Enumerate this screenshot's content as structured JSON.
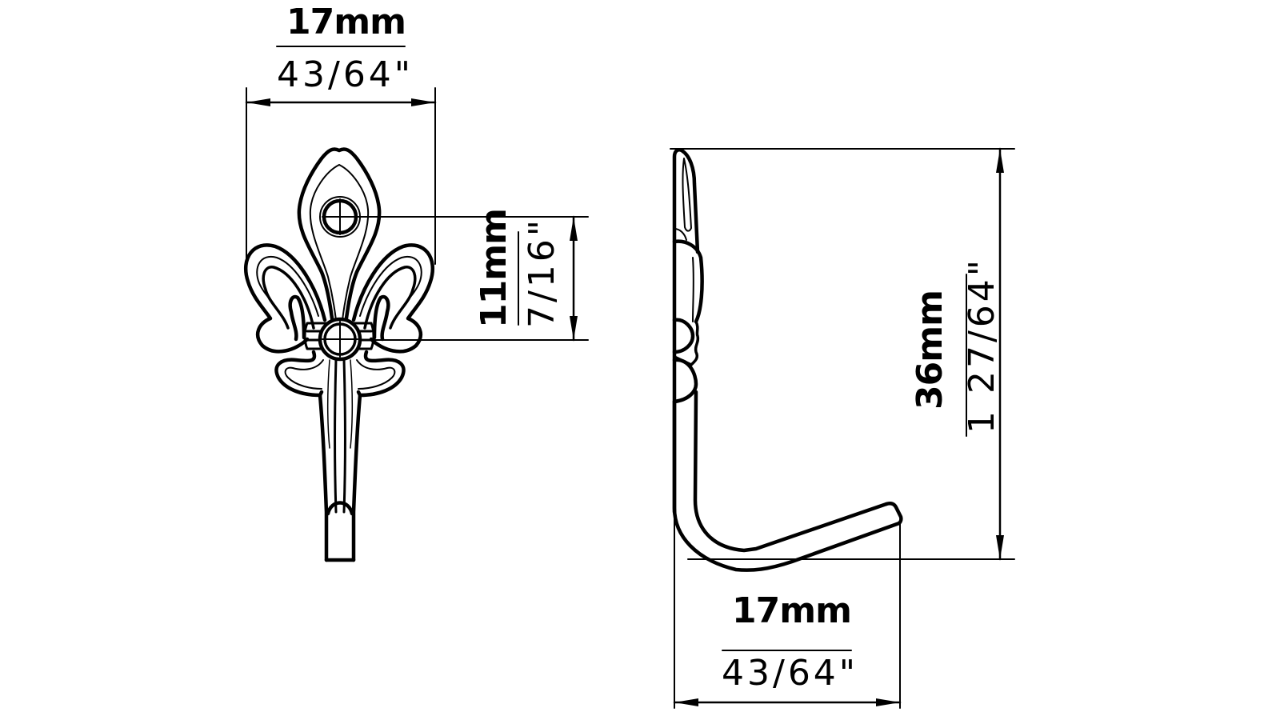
{
  "drawing": {
    "stroke_color": "#000000",
    "background": "#ffffff",
    "front_view": {
      "subject": "fleur-de-lis hook, front view",
      "width_dimension": {
        "metric": "17mm",
        "imperial": "43/64\""
      },
      "hole_spacing_dimension": {
        "metric": "11mm",
        "imperial": "7/16\""
      }
    },
    "side_view": {
      "subject": "fleur-de-lis hook, side profile",
      "height_dimension": {
        "metric": "36mm",
        "imperial": "1 27/64\""
      },
      "projection_dimension": {
        "metric": "17mm",
        "imperial": "43/64\""
      }
    }
  }
}
